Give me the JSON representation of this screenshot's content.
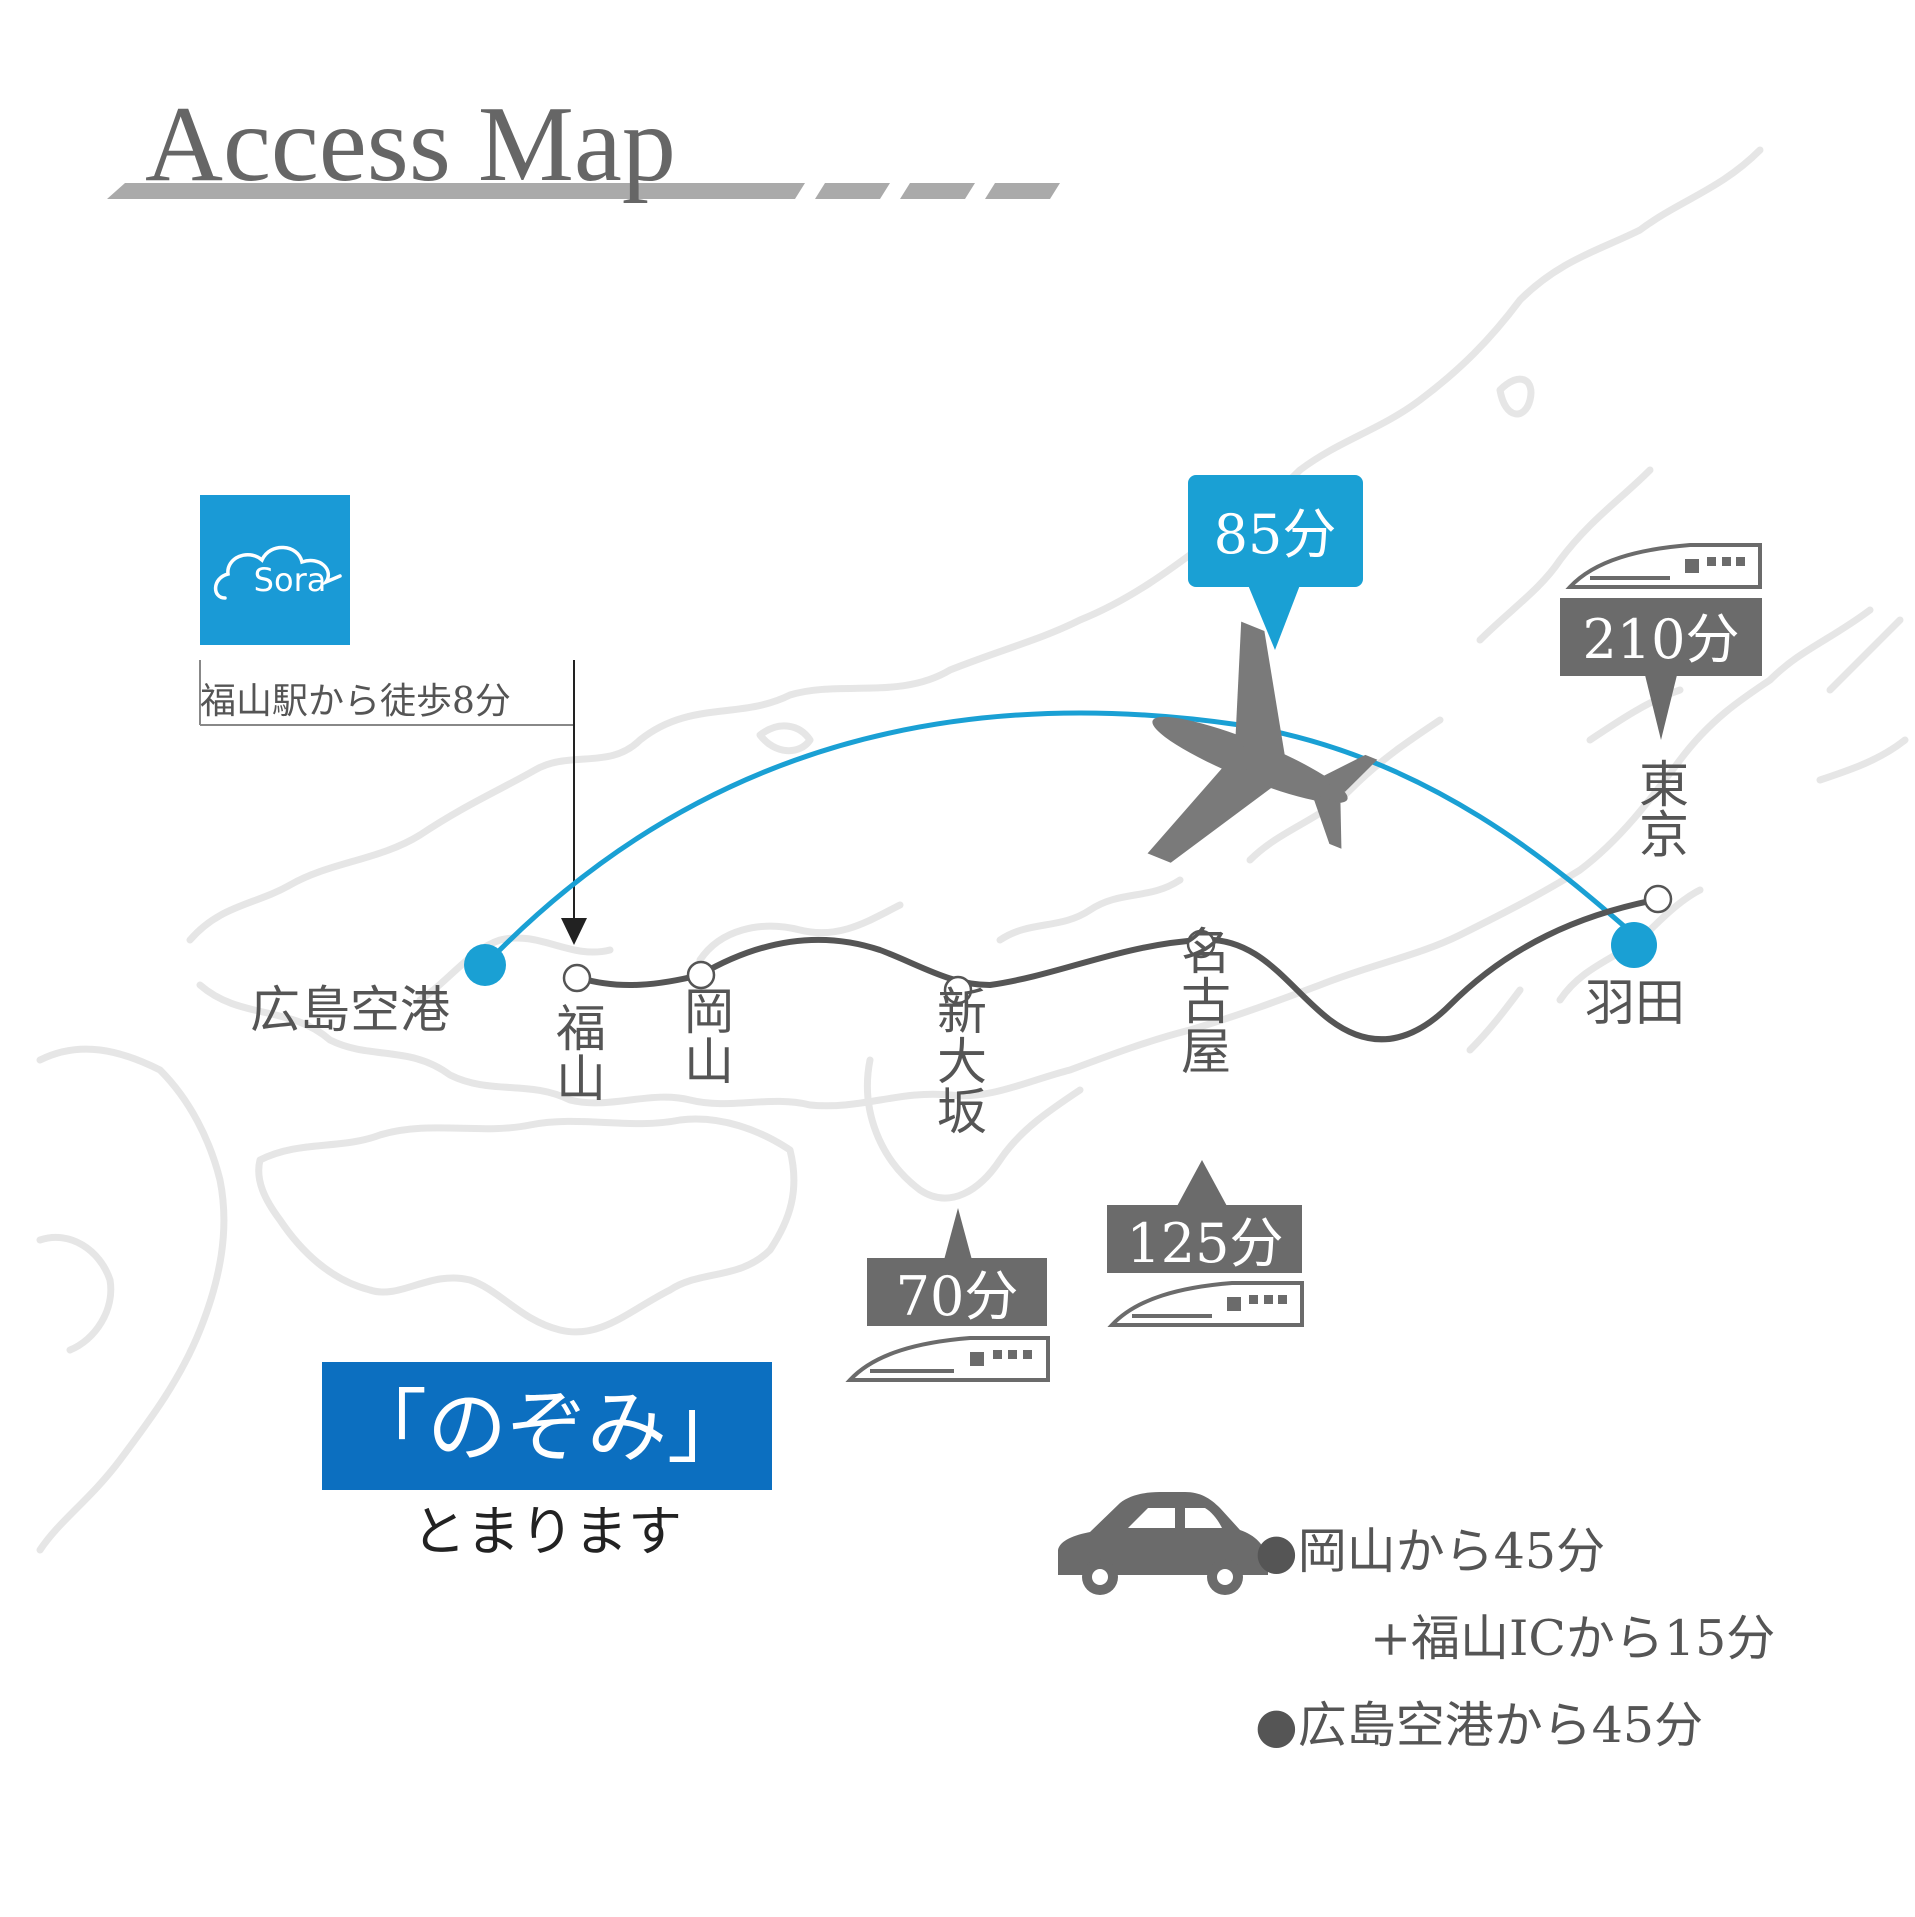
{
  "title": "Access Map",
  "logo": {
    "text": "Sora",
    "color": "#1a9ad6"
  },
  "hotel_note": "福山駅から徒歩8分",
  "places": {
    "hiroshima_airport": "広島空港",
    "haneda": "羽田",
    "tokyo": "東京",
    "fukuyama": "福山",
    "okayama": "岡山",
    "shin_osaka": "新大坂",
    "nagoya": "名古屋"
  },
  "times": {
    "flight": "85分",
    "tokyo": "210分",
    "shin_osaka": "70分",
    "nagoya": "125分"
  },
  "nozomi": {
    "label": "「のぞみ」",
    "subtitle": "とまります"
  },
  "car_access": [
    "●岡山から45分",
    "+福山ICから15分",
    "●広島空港から45分"
  ],
  "icons": [
    "sora-logo",
    "airplane-icon",
    "shinkansen-icon",
    "car-icon"
  ],
  "colors": {
    "flight_route": "#1aa0d4",
    "rail_route": "#555555",
    "badge_gray": "#6b6b6b",
    "nozomi_box": "#0c6fc0",
    "map_outline": "#e6e6e6"
  }
}
